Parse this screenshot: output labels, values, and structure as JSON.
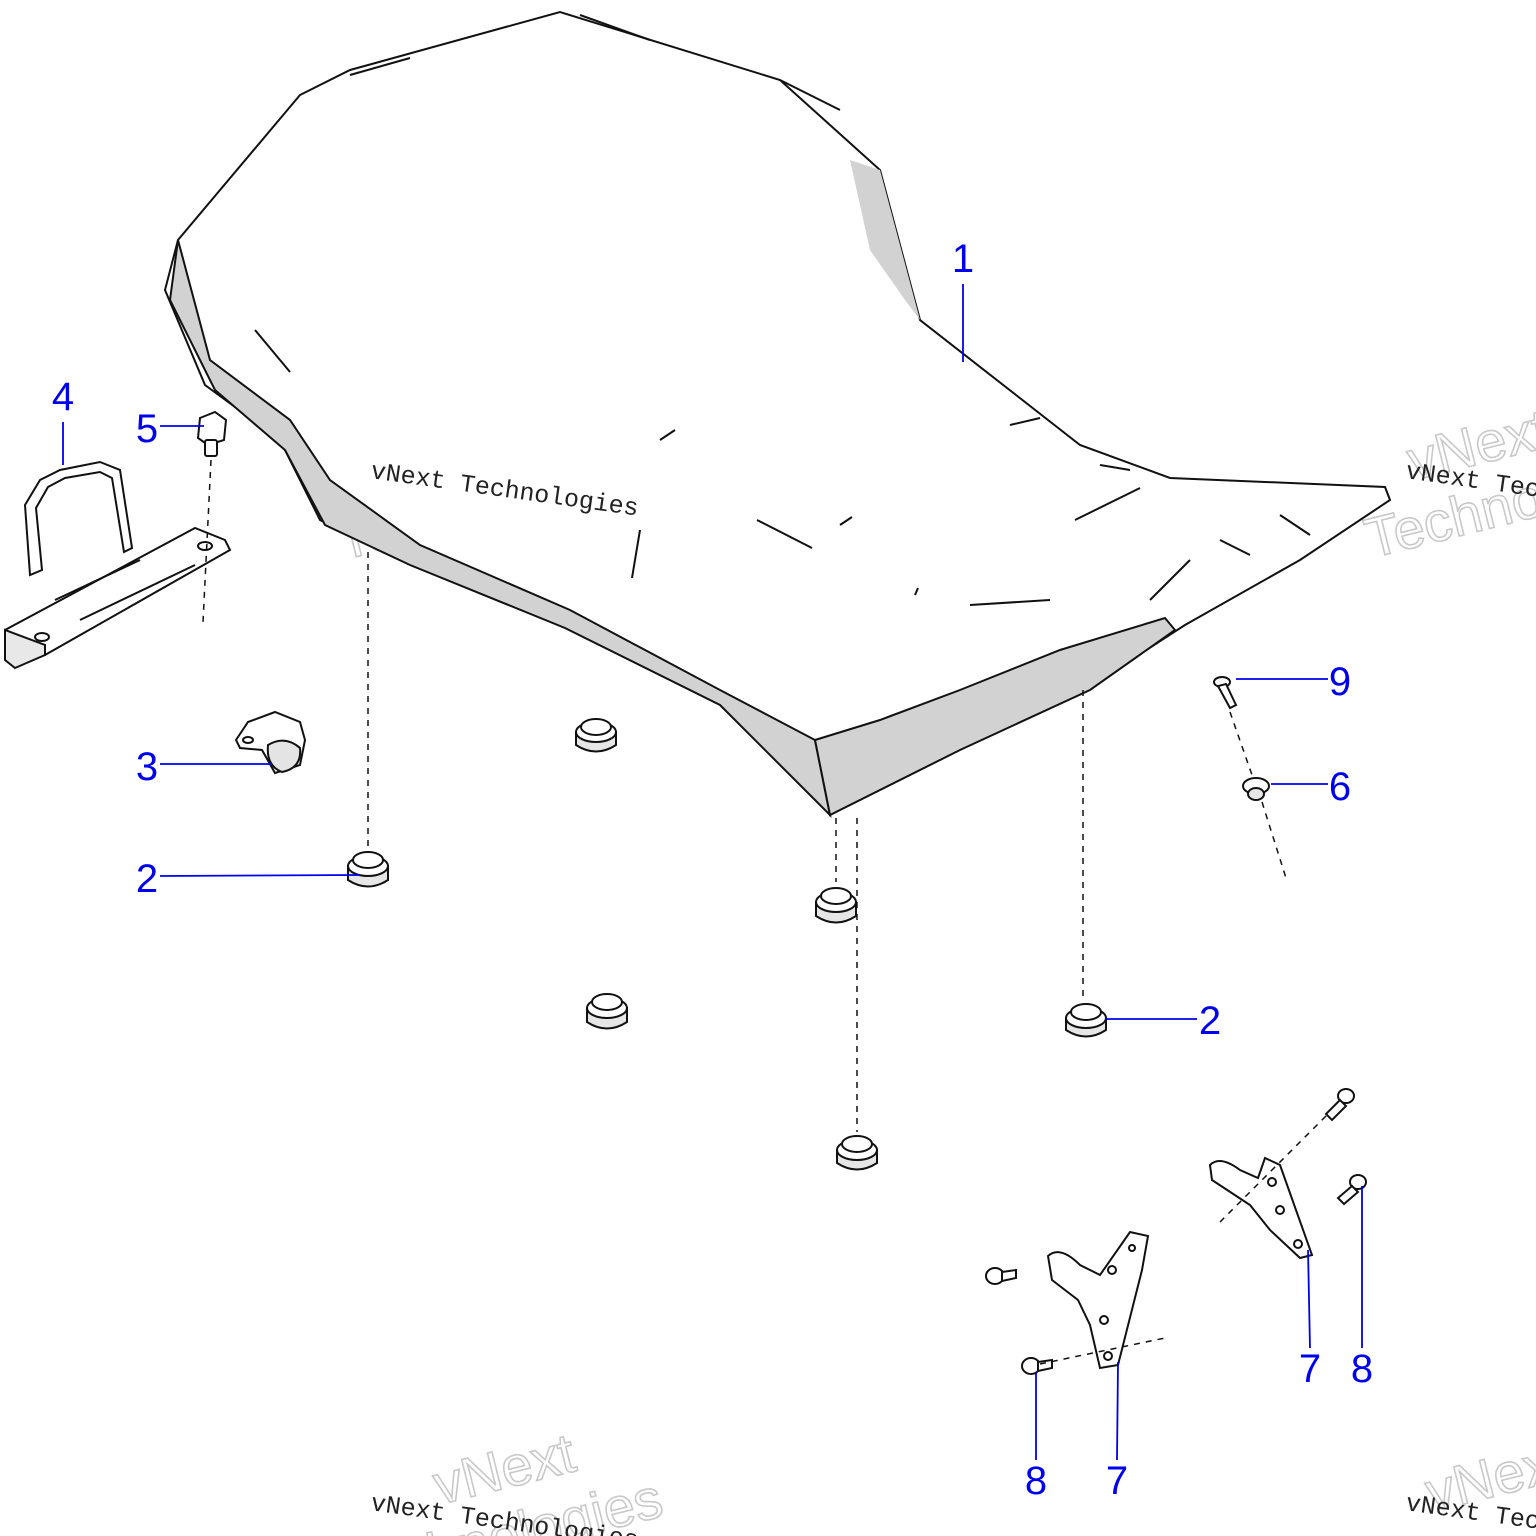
{
  "diagram": {
    "accent_color": "#0000ee",
    "callouts": [
      {
        "id": "c1",
        "label": "1"
      },
      {
        "id": "c2a",
        "label": "2"
      },
      {
        "id": "c2b",
        "label": "2"
      },
      {
        "id": "c3",
        "label": "3"
      },
      {
        "id": "c4",
        "label": "4"
      },
      {
        "id": "c5",
        "label": "5"
      },
      {
        "id": "c6",
        "label": "6"
      },
      {
        "id": "c7a",
        "label": "7"
      },
      {
        "id": "c7b",
        "label": "7"
      },
      {
        "id": "c8a",
        "label": "8"
      },
      {
        "id": "c8b",
        "label": "8"
      },
      {
        "id": "c9",
        "label": "9"
      }
    ]
  },
  "watermark": {
    "line": "vNext Technologies",
    "brand_top": "vNext",
    "brand_bottom": "Technologies"
  }
}
